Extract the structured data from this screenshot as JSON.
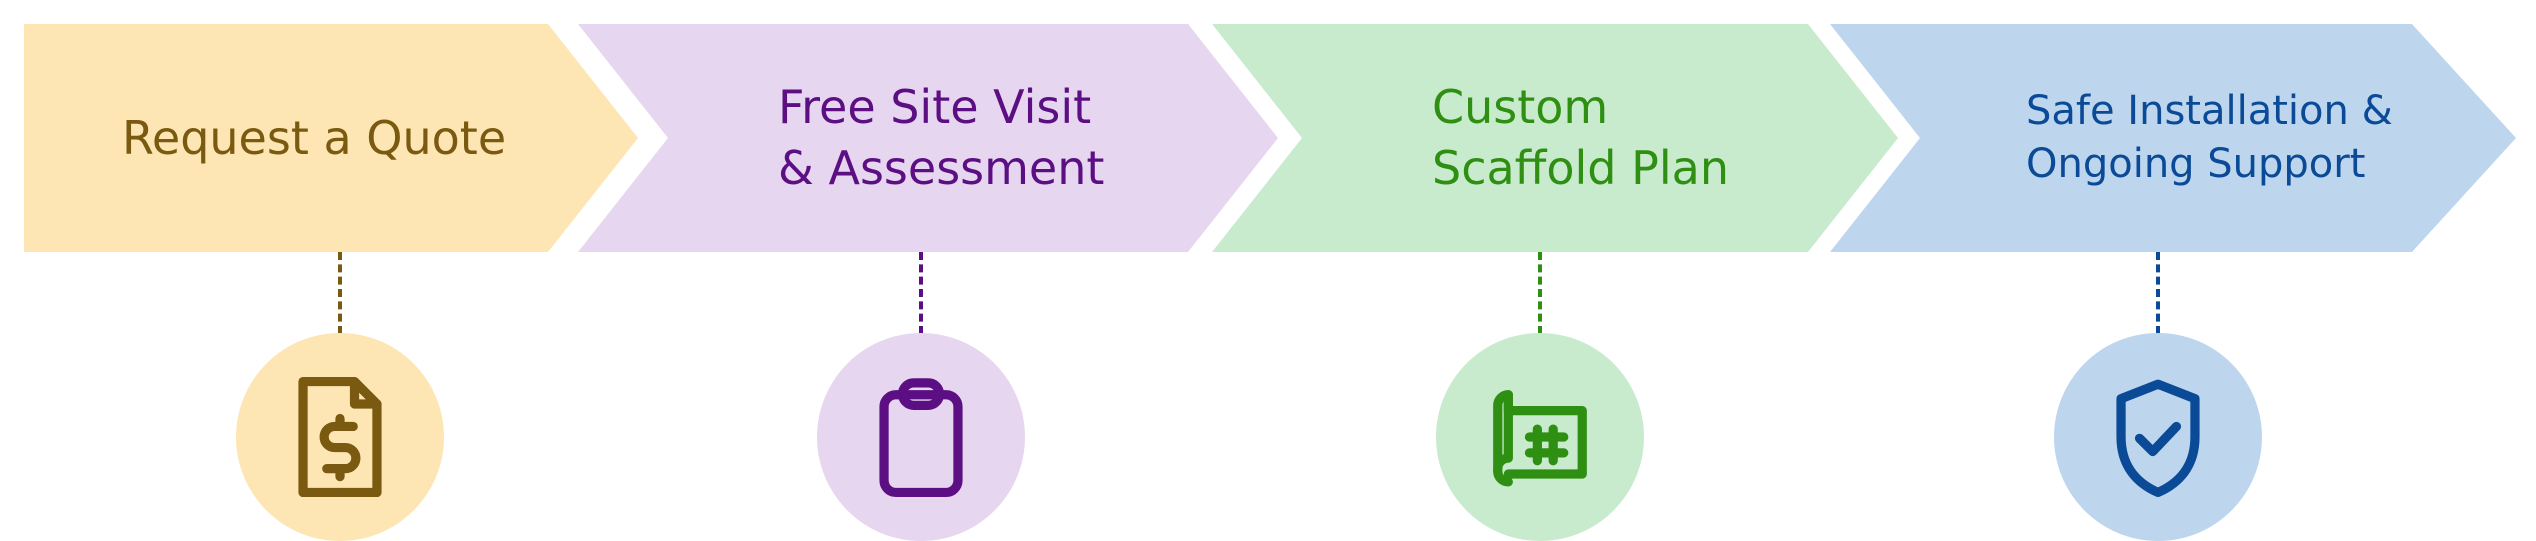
{
  "steps": [
    {
      "id": "request-quote",
      "label_lines": [
        "Request a Quote"
      ],
      "fill": "#FDE6B3",
      "text_color": "#7A5A10",
      "icon": "document-dollar-icon"
    },
    {
      "id": "site-visit",
      "label_lines": [
        "Free Site Visit",
        "& Assessment"
      ],
      "fill": "#E6D6F0",
      "text_color": "#5C0F83",
      "icon": "clipboard-icon"
    },
    {
      "id": "scaffold-plan",
      "label_lines": [
        "Custom",
        "Scaffold Plan"
      ],
      "fill": "#C9EBCD",
      "text_color": "#2E8F12",
      "icon": "blueprint-icon"
    },
    {
      "id": "installation-support",
      "label_lines": [
        "Safe Installation &",
        "Ongoing Support"
      ],
      "fill": "#BDD6EE",
      "text_color": "#0A4A96",
      "icon": "shield-check-icon"
    }
  ]
}
